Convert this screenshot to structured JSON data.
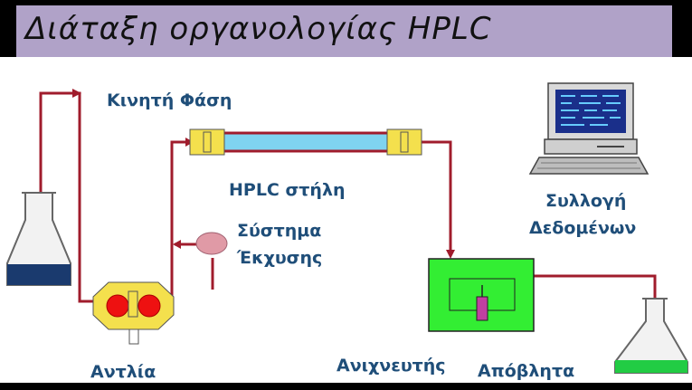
{
  "title": "Διάταξη οργανολογίας HPLC",
  "labels": {
    "mobile_phase": "Κινητή Φάση",
    "column": "HPLC στήλη",
    "injection_line1": "Σύστημα",
    "injection_line2": "Έκχυσης",
    "data_line1": "Συλλογή",
    "data_line2": "Δεδομένων",
    "pump": "Αντλία",
    "detector": "Ανιχνευτής",
    "waste": "Απόβλητα"
  },
  "colors": {
    "title_bg": "#b0a2c8",
    "label_text": "#1f4e79",
    "tubing": "#a01c2c",
    "column_body": "#7fd3f0",
    "fitting": "#f4e04d",
    "detector_box": "#33ee33",
    "solvent": "#1a3a6e",
    "waste_liquid": "#22cc44",
    "pump_head": "#ee1111",
    "injector": "#e09aa6"
  },
  "icons": [
    "solvent-flask-icon",
    "pump-icon",
    "injector-icon",
    "column-icon",
    "detector-icon",
    "computer-icon",
    "waste-flask-icon"
  ]
}
